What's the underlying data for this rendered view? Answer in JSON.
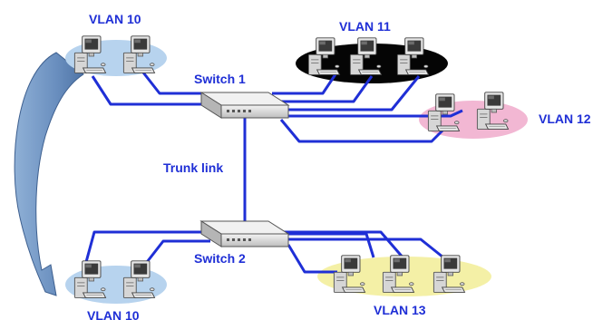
{
  "labels": {
    "vlan10_top": "VLAN 10",
    "vlan11": "VLAN 11",
    "vlan12": "VLAN 12",
    "vlan10_bottom": "VLAN 10",
    "vlan13": "VLAN 13",
    "switch1": "Switch 1",
    "switch2": "Switch 2",
    "trunk": "Trunk link"
  },
  "colors": {
    "link": "#1f2fd6",
    "label": "#1f2fd6",
    "vlan10": "#b7d3ee",
    "vlan11": "#050505",
    "vlan12": "#f2b7d3",
    "vlan13": "#f4f0a6",
    "arrow": "#6f93c0",
    "switch": "#d9d9d9"
  },
  "icons": {
    "computer": "desktop-computer-icon",
    "switch": "network-switch-icon",
    "arrow": "curved-arrow-icon"
  }
}
